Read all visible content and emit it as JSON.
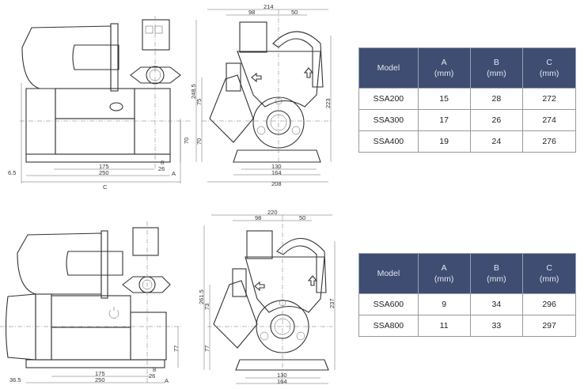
{
  "top": {
    "side_view": {
      "dims": {
        "d175": "175",
        "d250": "250",
        "d6_5": "6.5",
        "a": "A",
        "c": "C",
        "d8": "8",
        "d26": "26",
        "d70": "70"
      }
    },
    "front_view": {
      "dims": {
        "d214": "214",
        "d98": "98",
        "d50": "50",
        "d248_5": "248.5",
        "d75": "75",
        "d70": "70",
        "d223": "223",
        "d130": "130",
        "d164": "164",
        "d208": "208"
      }
    },
    "table": {
      "headers": [
        {
          "l1": "Model",
          "l2": ""
        },
        {
          "l1": "A",
          "l2": "(mm)"
        },
        {
          "l1": "B",
          "l2": "(mm)"
        },
        {
          "l1": "C",
          "l2": "(mm)"
        }
      ],
      "rows": [
        [
          "SSA200",
          "15",
          "28",
          "272"
        ],
        [
          "SSA300",
          "17",
          "26",
          "274"
        ],
        [
          "SSA400",
          "19",
          "24",
          "276"
        ]
      ]
    }
  },
  "bottom": {
    "side_view": {
      "dims": {
        "d175": "175",
        "d250": "250",
        "d36_5": "36.5",
        "a": "A",
        "d8": "8",
        "d26": "26",
        "d77": "77"
      }
    },
    "front_view": {
      "dims": {
        "d220": "220",
        "d98": "98",
        "d50": "50",
        "d261_5": "261.5",
        "d73": "73",
        "d77": "77",
        "d237": "237",
        "d130": "130",
        "d164": "164"
      }
    },
    "table": {
      "headers": [
        {
          "l1": "Model",
          "l2": ""
        },
        {
          "l1": "A",
          "l2": "(mm)"
        },
        {
          "l1": "B",
          "l2": "(mm)"
        },
        {
          "l1": "C",
          "l2": "(mm)"
        }
      ],
      "rows": [
        [
          "SSA600",
          "9",
          "34",
          "296"
        ],
        [
          "SSA800",
          "11",
          "33",
          "297"
        ]
      ]
    }
  },
  "colors": {
    "header_bg": "#3f4d73",
    "header_text": "#e3e6ee"
  }
}
